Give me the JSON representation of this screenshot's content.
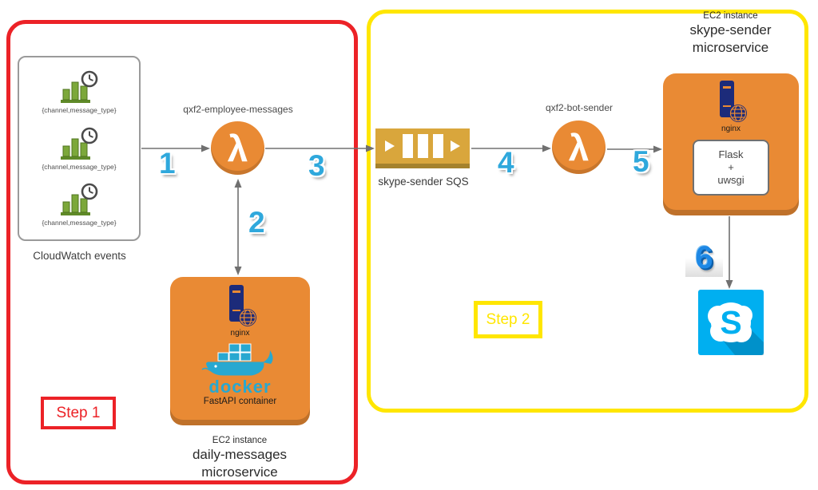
{
  "steps": [
    {
      "label": "Step 1",
      "color": "#ec2227"
    },
    {
      "label": "Step 2",
      "color": "#ffe600"
    }
  ],
  "flow_numbers": [
    "1",
    "2",
    "3",
    "4",
    "5",
    "6"
  ],
  "cloudwatch": {
    "caption": "CloudWatch events",
    "events": [
      {
        "label": "{channel,message_type}"
      },
      {
        "label": "{channel,message_type}"
      },
      {
        "label": "{channel,message_type}"
      }
    ]
  },
  "lambda1": {
    "label": "qxf2-employee-messages",
    "symbol": "λ"
  },
  "lambda2": {
    "label": "qxf2-bot-sender",
    "symbol": "λ"
  },
  "sqs": {
    "label": "skype-sender SQS"
  },
  "ec2_right": {
    "title_small": "EC2 instance",
    "title_line1": "skype-sender",
    "title_line2": "microservice",
    "nginx_label": "nginx",
    "inner_box": {
      "line1": "Flask",
      "line2": "+",
      "line3": "uwsgi"
    }
  },
  "ec2_left": {
    "nginx_label": "nginx",
    "docker_wordmark": "docker",
    "docker_sub": "FastAPI container",
    "caption_small": "EC2 instance",
    "caption_line1": "daily-messages",
    "caption_line2": "microservice"
  },
  "skype": {
    "letter": "S"
  },
  "colors": {
    "step1_red": "#ec2227",
    "step2_yellow": "#ffe600",
    "aws_orange": "#e98a34",
    "sqs_gold": "#d9a63c",
    "flow_number_blue": "#2fa8dc",
    "skype_blue": "#00aff0",
    "docker_teal": "#28a8d0",
    "nginx_navy": "#1c2b7a",
    "cloudwatch_green": "#7ca83a",
    "arrow_gray": "#707070"
  }
}
